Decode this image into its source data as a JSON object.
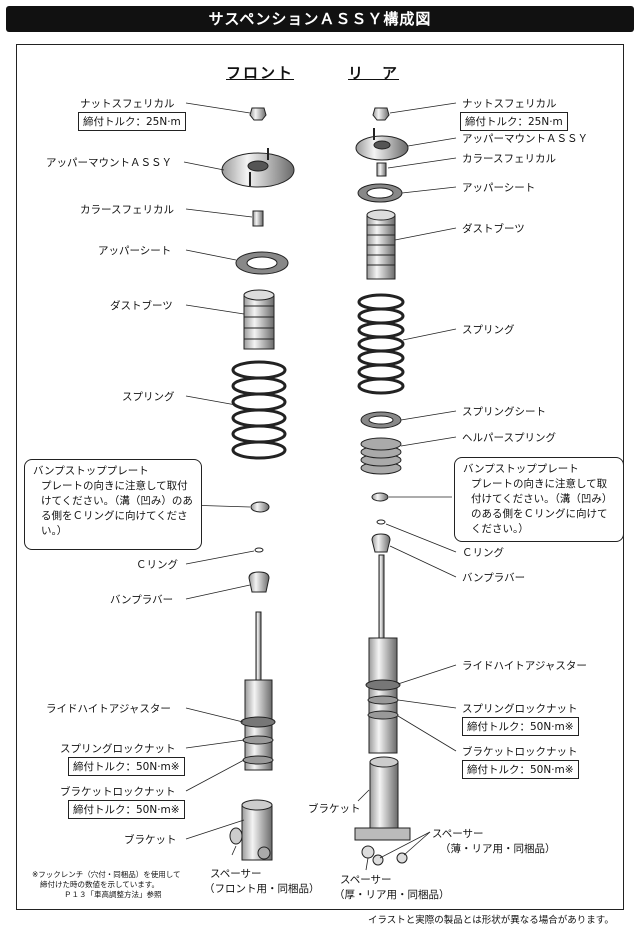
{
  "title": "サスペンションＡＳＳＹ構成図",
  "sections": {
    "front": "フロント",
    "rear": "リ　ア"
  },
  "front": {
    "nut": "ナットスフェリカル",
    "nut_torque": "締付トルク：25N·m",
    "upper_mount": "アッパーマウントＡＳＳＹ",
    "collar": "カラースフェリカル",
    "upper_seat": "アッパーシート",
    "dust_boots": "ダストブーツ",
    "spring": "スプリング",
    "bump_plate_title": "バンプストッププレート",
    "bump_plate_note": "プレートの向きに注意して取付けてください。（溝（凹み）のある側をＣリングに向けてください。）",
    "c_ring": "Ｃリング",
    "bump_rubber": "バンプラバー",
    "ride_height": "ライドハイトアジャスター",
    "spring_lock_nut": "スプリングロックナット",
    "spring_lock_torque": "締付トルク：50N·m※",
    "bracket_lock_nut": "ブラケットロックナット",
    "bracket_lock_torque": "締付トルク：50N·m※",
    "bracket": "ブラケット",
    "spacer_line1": "スペーサー",
    "spacer_line2": "（フロント用・同梱品）"
  },
  "rear": {
    "nut": "ナットスフェリカル",
    "nut_torque": "締付トルク：25N·m",
    "upper_mount": "アッパーマウントＡＳＳＹ",
    "collar": "カラースフェリカル",
    "upper_seat": "アッパーシート",
    "dust_boots": "ダストブーツ",
    "spring": "スプリング",
    "spring_seat": "スプリングシート",
    "helper_spring": "ヘルパースプリング",
    "bump_plate_title": "バンプストッププレート",
    "bump_plate_note": "プレートの向きに注意して取付けてください。（溝（凹み）のある側をＣリングに向けてください。）",
    "c_ring": "Ｃリング",
    "bump_rubber": "バンプラバー",
    "ride_height": "ライドハイトアジャスター",
    "spring_lock_nut": "スプリングロックナット",
    "spring_lock_torque": "締付トルク：50N·m※",
    "bracket_lock_nut": "ブラケットロックナット",
    "bracket_lock_torque": "締付トルク：50N·m※",
    "bracket": "ブラケット",
    "spacer_thin_line1": "スペーサー",
    "spacer_thin_line2": "（薄・リア用・同梱品）",
    "spacer_thick_line1": "スペーサー",
    "spacer_thick_line2": "（厚・リア用・同梱品）"
  },
  "footnote": {
    "line1": "※フックレンチ（穴付・同梱品）を使用して",
    "line2": "締付けた時の数値を示しています。",
    "line3": "Ｐ１３「車高調整方法」参照"
  },
  "disclaimer": "イラストと実際の製品とは形状が異なる場合があります。"
}
